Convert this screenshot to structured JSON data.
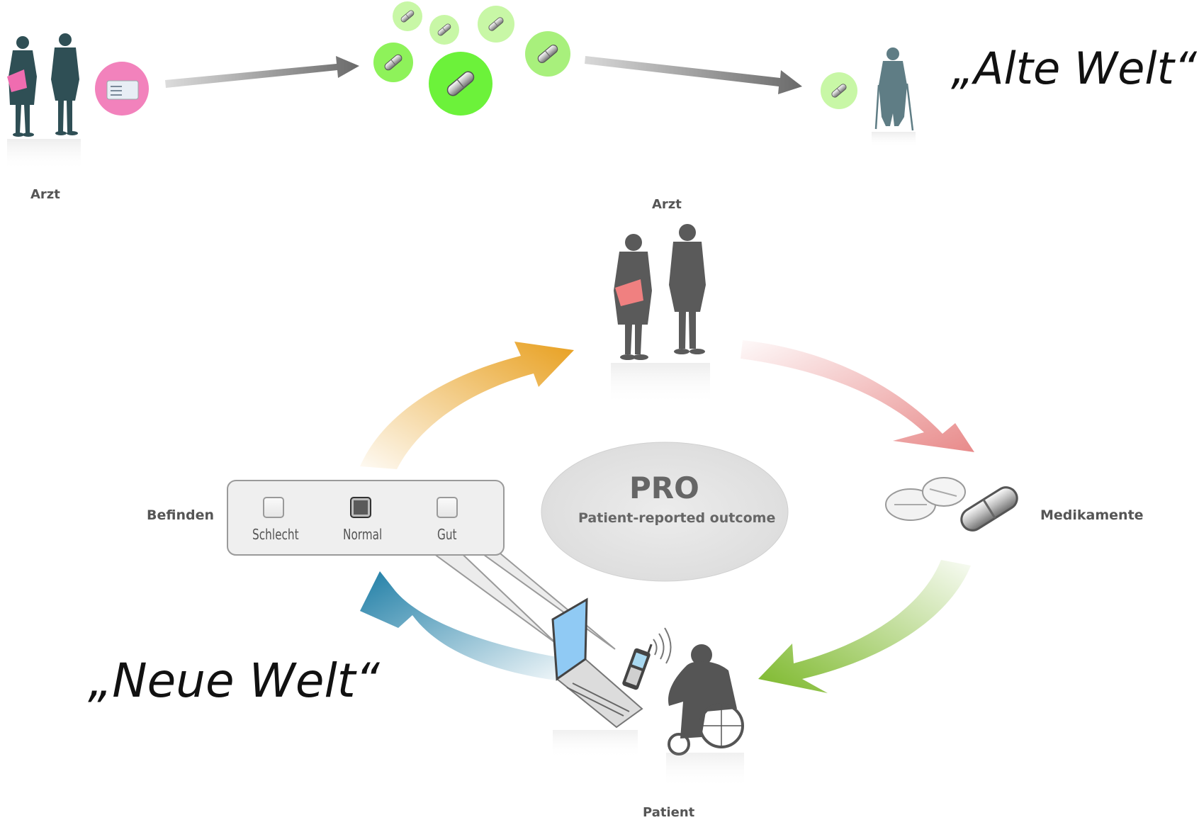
{
  "old_world": {
    "title": "„Alte Welt“",
    "doctor_label": "Arzt"
  },
  "new_world": {
    "title": "„Neue Welt“",
    "doctor_label": "Arzt",
    "medication_label": "Medikamente",
    "patient_label": "Patient",
    "wellbeing_label": "Befinden",
    "pro": {
      "title": "PRO",
      "subtitle": "Patient-reported outcome"
    },
    "wellbeing_options": [
      {
        "label": "Schlecht",
        "selected": false
      },
      {
        "label": "Normal",
        "selected": true
      },
      {
        "label": "Gut",
        "selected": false
      }
    ],
    "cycle_arrow_colors": {
      "to_doctor": "#e8a020",
      "to_medication": "#e88a8a",
      "to_patient": "#7cb82a",
      "to_form": "#1f7ea6"
    }
  },
  "colors": {
    "pill_green": "#7cf24a",
    "pill_green_light": "#c8f7a6",
    "card_pink": "#f06cb0",
    "silhouette_dark": "#2f4f55",
    "silhouette_gray": "#5a5a5a"
  }
}
